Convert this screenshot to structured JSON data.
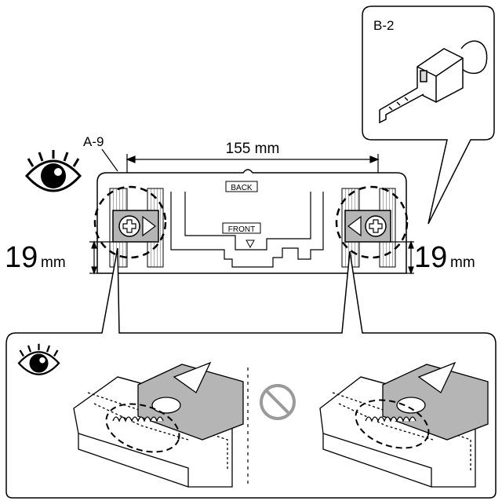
{
  "callouts": {
    "tape_measure_ref": "B-2",
    "plate_ref": "A-9"
  },
  "dimensions": {
    "width_value": "155 mm",
    "left_offset_num": "19",
    "left_offset_unit": "mm",
    "right_offset_num": "19",
    "right_offset_unit": "mm"
  },
  "plate_labels": {
    "back": "BACK",
    "front": "FRONT"
  },
  "colors": {
    "line": "#000000",
    "gray_fill": "#b5b5b5",
    "light_gray": "#d9d9d9",
    "no_symbol": "#9a9a9a"
  },
  "icons": {
    "eye_top": "eye-icon",
    "eye_detail": "eye-icon",
    "prohibited": "no-symbol-icon"
  }
}
